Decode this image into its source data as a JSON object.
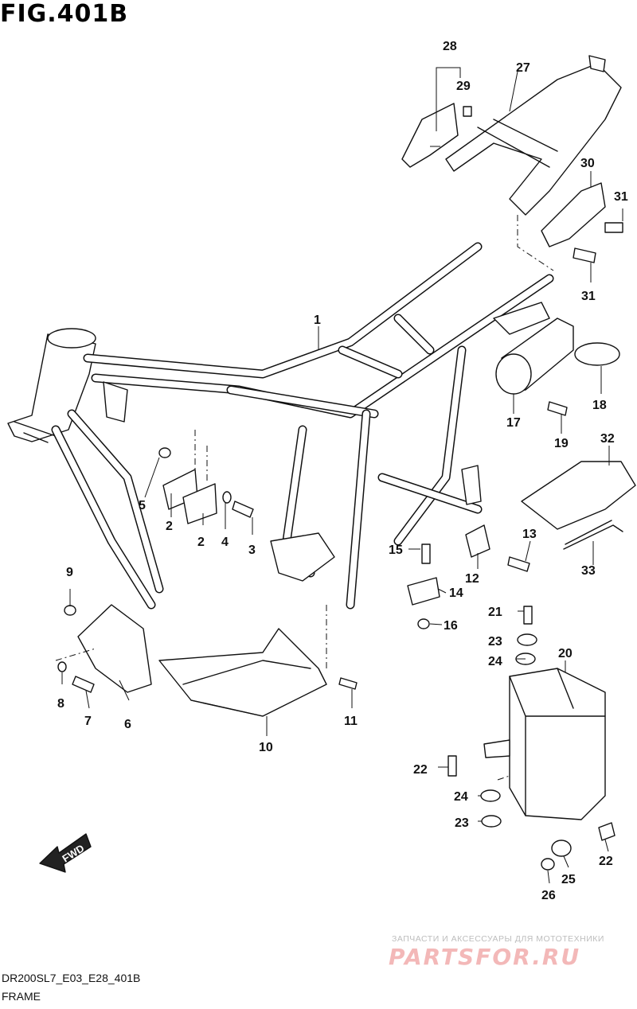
{
  "figure": {
    "title": "FIG.401B",
    "code": "DR200SL7_E03_E28_401B",
    "name": "FRAME"
  },
  "fwd_label": "FWD",
  "watermark": {
    "caption": "ЗАПЧАСТИ И АКСЕССУАРЫ ДЛЯ МОТОТЕХНИКИ",
    "logo": "PARTSFOR.RU"
  },
  "callouts": [
    {
      "id": "c1",
      "text": "1"
    },
    {
      "id": "c2a",
      "text": "2"
    },
    {
      "id": "c2b",
      "text": "2"
    },
    {
      "id": "c3",
      "text": "3"
    },
    {
      "id": "c4",
      "text": "4"
    },
    {
      "id": "c5",
      "text": "5"
    },
    {
      "id": "c6",
      "text": "6"
    },
    {
      "id": "c7",
      "text": "7"
    },
    {
      "id": "c8",
      "text": "8"
    },
    {
      "id": "c9",
      "text": "9"
    },
    {
      "id": "c10",
      "text": "10"
    },
    {
      "id": "c11",
      "text": "11"
    },
    {
      "id": "c12",
      "text": "12"
    },
    {
      "id": "c13",
      "text": "13"
    },
    {
      "id": "c14",
      "text": "14"
    },
    {
      "id": "c15",
      "text": "15"
    },
    {
      "id": "c16",
      "text": "16"
    },
    {
      "id": "c17",
      "text": "17"
    },
    {
      "id": "c18",
      "text": "18"
    },
    {
      "id": "c19",
      "text": "19"
    },
    {
      "id": "c20",
      "text": "20"
    },
    {
      "id": "c21",
      "text": "21"
    },
    {
      "id": "c22a",
      "text": "22"
    },
    {
      "id": "c22b",
      "text": "22"
    },
    {
      "id": "c23a",
      "text": "23"
    },
    {
      "id": "c23b",
      "text": "23"
    },
    {
      "id": "c24a",
      "text": "24"
    },
    {
      "id": "c24b",
      "text": "24"
    },
    {
      "id": "c25",
      "text": "25"
    },
    {
      "id": "c26",
      "text": "26"
    },
    {
      "id": "c27",
      "text": "27"
    },
    {
      "id": "c28",
      "text": "28"
    },
    {
      "id": "c29",
      "text": "29"
    },
    {
      "id": "c30",
      "text": "30"
    },
    {
      "id": "c31a",
      "text": "31"
    },
    {
      "id": "c31b",
      "text": "31"
    },
    {
      "id": "c32",
      "text": "32"
    },
    {
      "id": "c33",
      "text": "33"
    }
  ]
}
